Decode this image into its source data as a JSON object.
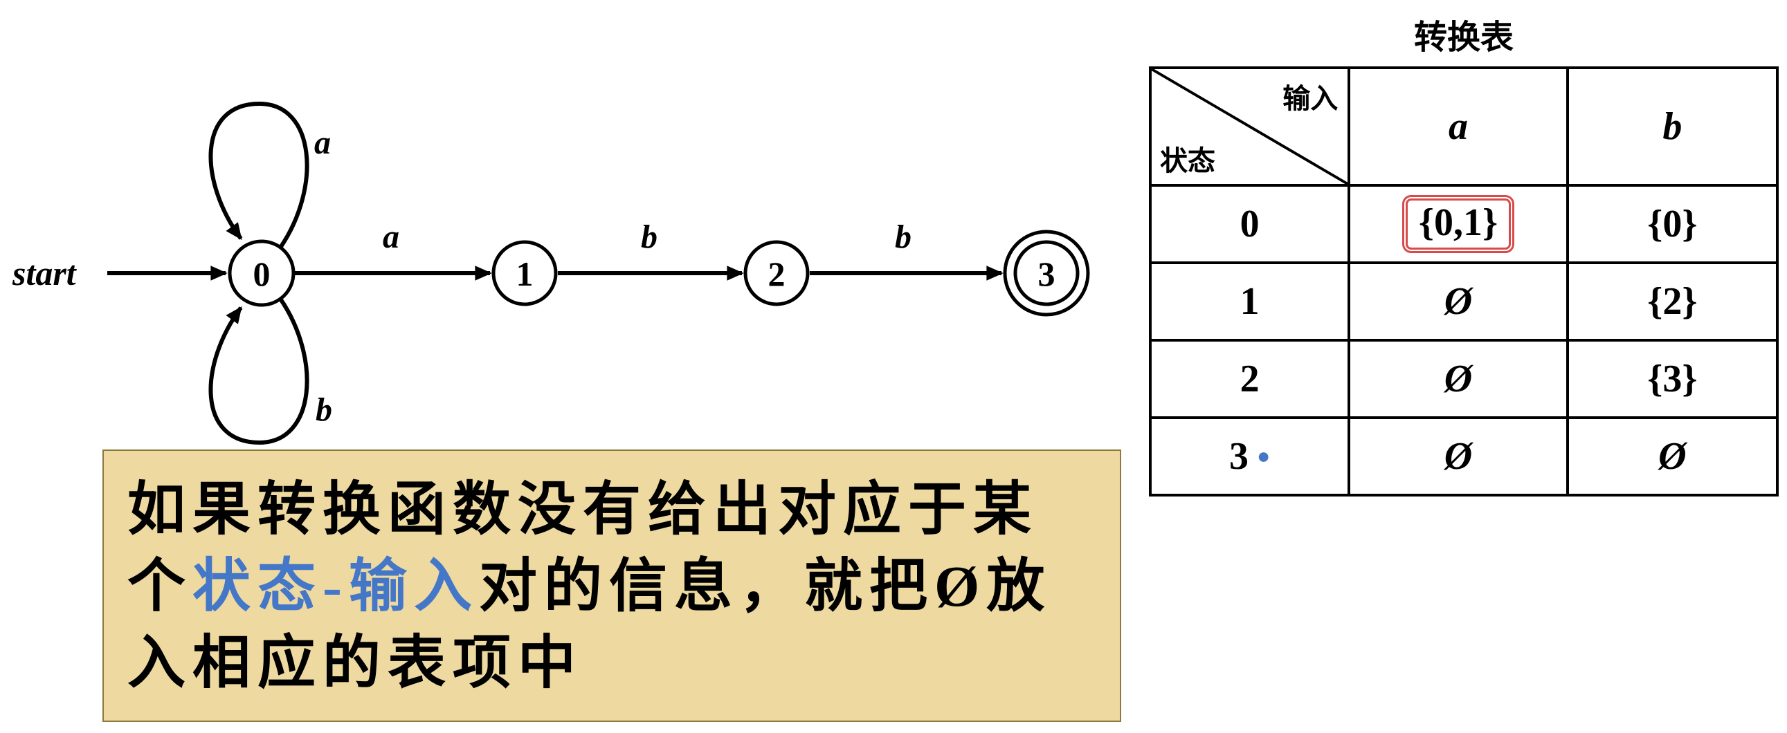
{
  "colors": {
    "accent_blue": "#4477c8",
    "table_header_bg": "#b8cce4",
    "highlight_red": "#d84b4b",
    "note_bg": "#eed9a1",
    "note_border": "#8d783f"
  },
  "automaton": {
    "start_label": "start",
    "states": [
      {
        "label": "0",
        "accepting": false
      },
      {
        "label": "1",
        "accepting": false
      },
      {
        "label": "2",
        "accepting": false
      },
      {
        "label": "3",
        "accepting": true
      }
    ],
    "loop_top_label": "a",
    "loop_bottom_label": "b",
    "edge_labels": [
      "a",
      "b",
      "b"
    ]
  },
  "table": {
    "title": "转换表",
    "corner_top": "输入",
    "corner_bottom": "状态",
    "col_headers": [
      "a",
      "b"
    ],
    "rows": [
      {
        "state": "0",
        "dot": "",
        "a": "{0,1}",
        "b": "{0}",
        "a_highlighted": true
      },
      {
        "state": "1",
        "dot": "",
        "a": "Ø",
        "b": "{2}",
        "a_highlighted": false
      },
      {
        "state": "2",
        "dot": "",
        "a": "Ø",
        "b": "{3}",
        "a_highlighted": false
      },
      {
        "state": "3",
        "dot": "●",
        "a": "Ø",
        "b": "Ø",
        "a_highlighted": false
      }
    ]
  },
  "note": {
    "lines": [
      {
        "segments": [
          {
            "text": "如果转换函数没有给出对应于某",
            "accent": false
          }
        ]
      },
      {
        "segments": [
          {
            "text": "个",
            "accent": false
          },
          {
            "text": "状态-输入",
            "accent": true
          },
          {
            "text": "对的信息，就把Ø放",
            "accent": false
          }
        ]
      },
      {
        "segments": [
          {
            "text": "入相应的表项中",
            "accent": false
          }
        ]
      }
    ]
  }
}
